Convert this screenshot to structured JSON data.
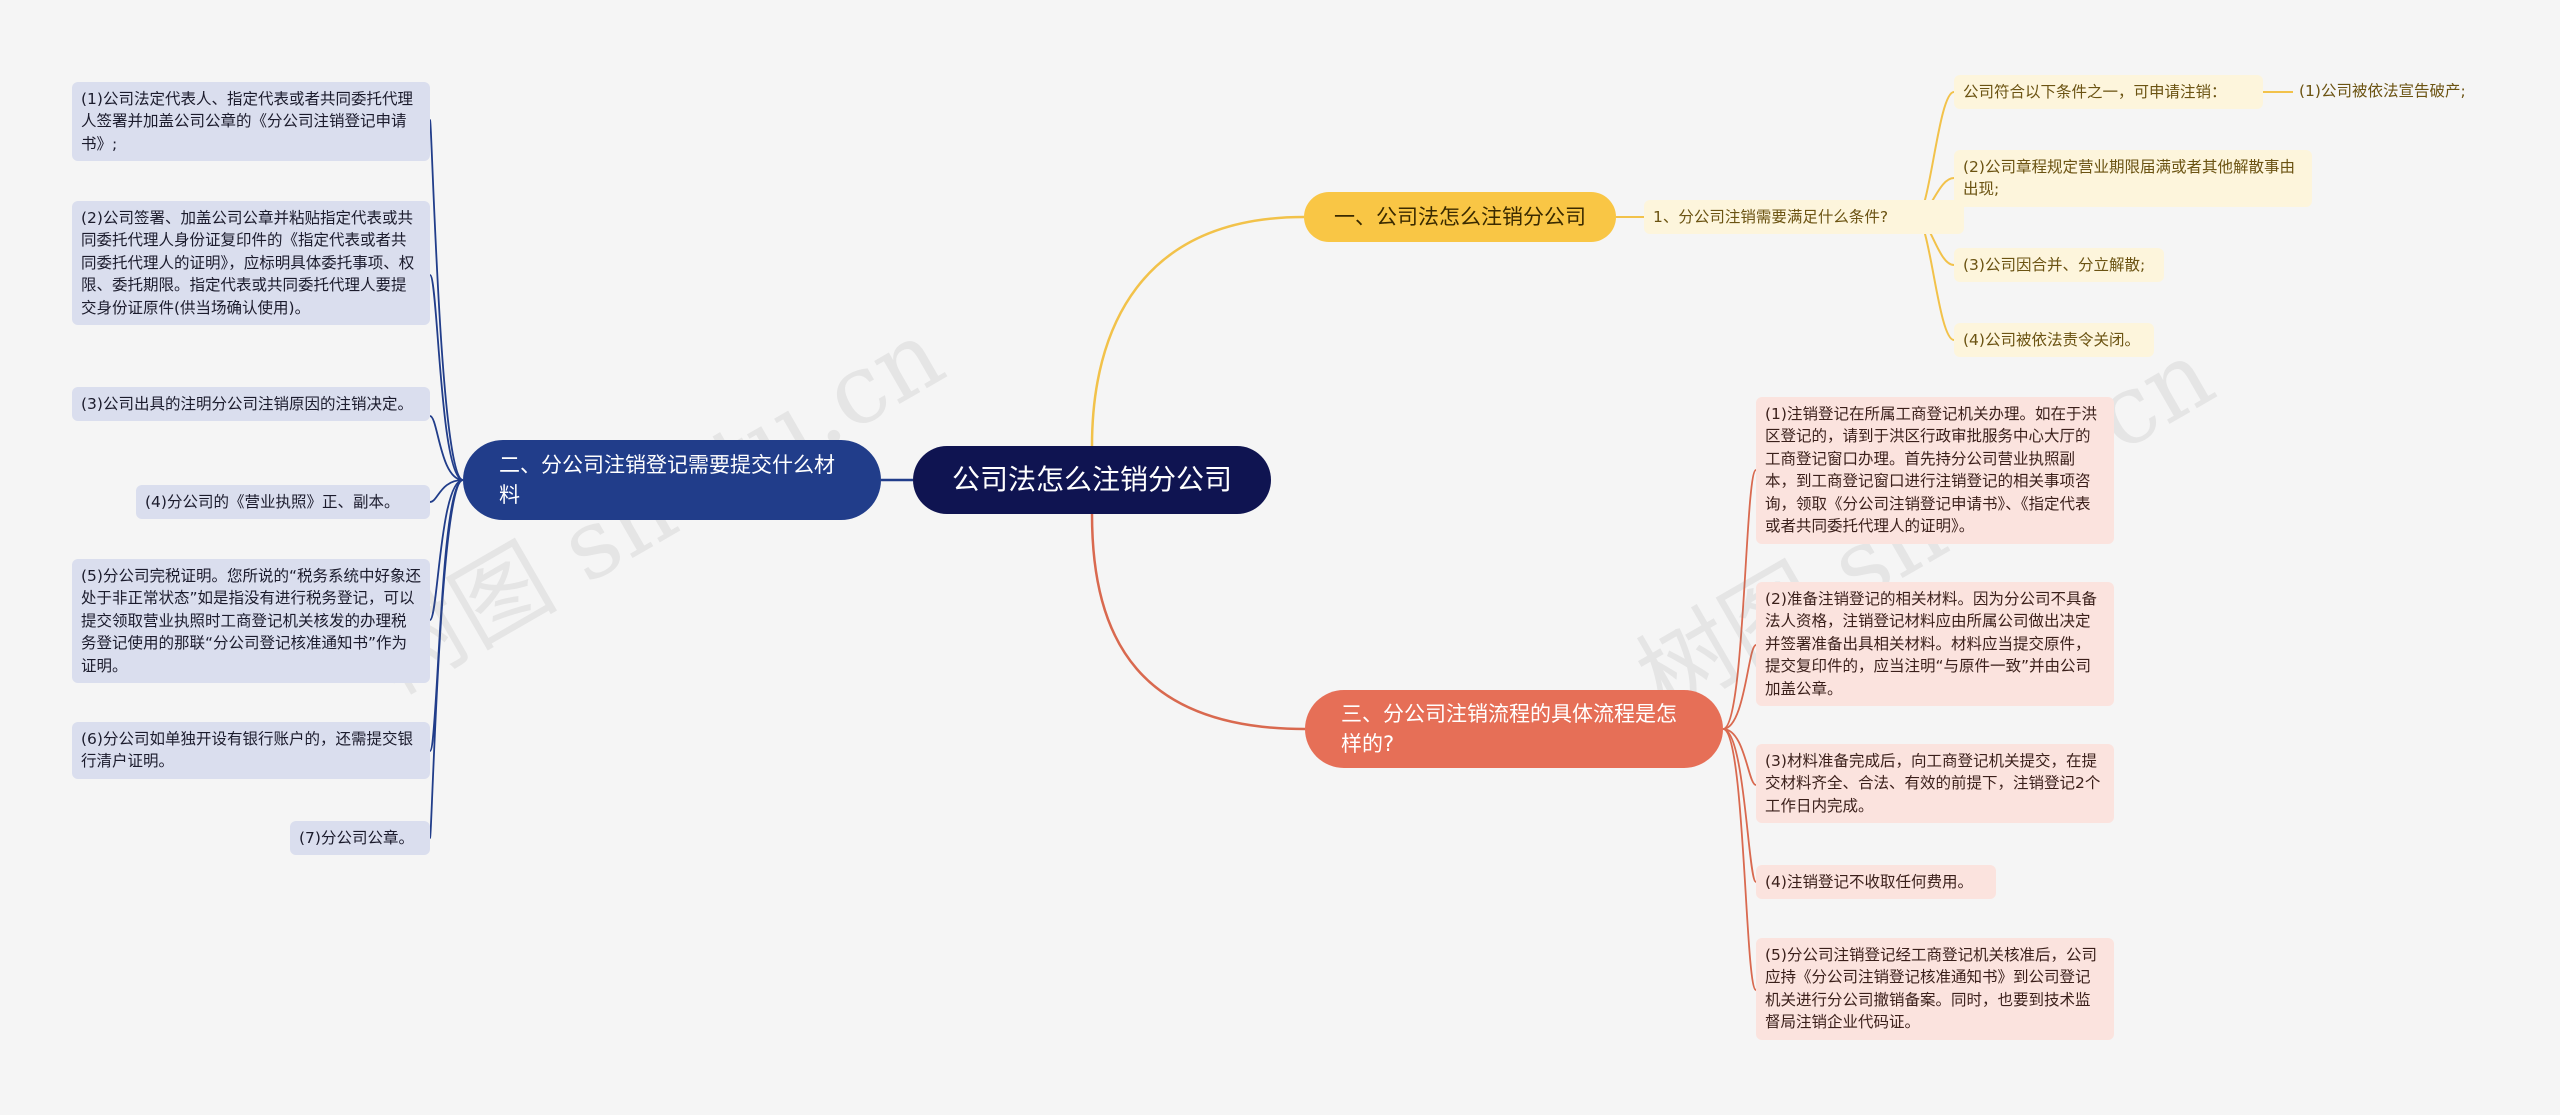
{
  "root": {
    "label": "公司法怎么注销分公司"
  },
  "branch1": {
    "label": "一、公司法怎么注销分公司",
    "question": "1、分公司注销需要满足什么条件?",
    "condition_intro": "公司符合以下条件之一，可申请注销：",
    "conditions": [
      "(1)公司被依法宣告破产;",
      "(2)公司章程规定营业期限届满或者其他解散事由出现;",
      "(3)公司因合并、分立解散;",
      "(4)公司被依法责令关闭。"
    ]
  },
  "branch2": {
    "label": "二、分公司注销登记需要提交什么材料",
    "items": [
      "(1)公司法定代表人、指定代表或者共同委托代理人签署并加盖公司公章的《分公司注销登记申请书》;",
      "(2)公司签署、加盖公司公章并粘贴指定代表或共同委托代理人身份证复印件的《指定代表或者共同委托代理人的证明》，应标明具体委托事项、权限、委托期限。指定代表或共同委托代理人要提交身份证原件(供当场确认使用)。",
      "(3)公司出具的注明分公司注销原因的注销决定。",
      "(4)分公司的《营业执照》正、副本。",
      "(5)分公司完税证明。您所说的“税务系统中好象还处于非正常状态”如是指没有进行税务登记，可以提交领取营业执照时工商登记机关核发的办理税务登记使用的那联“分公司登记核准通知书”作为证明。",
      "(6)分公司如单独开设有银行账户的，还需提交银行清户证明。",
      "(7)分公司公章。"
    ]
  },
  "branch3": {
    "label": "三、分公司注销流程的具体流程是怎样的?",
    "items": [
      "(1)注销登记在所属工商登记机关办理。如在于洪区登记的，请到于洪区行政审批服务中心大厅的工商登记窗口办理。首先持分公司营业执照副本，到工商登记窗口进行注销登记的相关事项咨询，领取《分公司注销登记申请书》、《指定代表或者共同委托代理人的证明》。",
      "(2)准备注销登记的相关材料。因为分公司不具备法人资格，注销登记材料应由所属公司做出决定并签署准备出具相关材料。材料应当提交原件，提交复印件的，应当注明“与原件一致”并由公司加盖公章。",
      "(3)材料准备完成后，向工商登记机关提交，在提交材料齐全、合法、有效的前提下，注销登记2个工作日内完成。",
      "(4)注销登记不收取任何费用。",
      "(5)分公司注销登记经工商登记机关核准后，公司应持《分公司注销登记核准通知书》到公司登记机关进行分公司撤销备案。同时，也要到技术监督局注销企业代码证。"
    ]
  },
  "watermark": "树图 shutu.cn",
  "colors": {
    "root": "#0f1451",
    "branch1": "#f9c645",
    "branch2": "#213d8a",
    "branch3": "#e66f57",
    "line1": "#f2c24a",
    "line2": "#213d8a",
    "line3": "#d9694f"
  }
}
